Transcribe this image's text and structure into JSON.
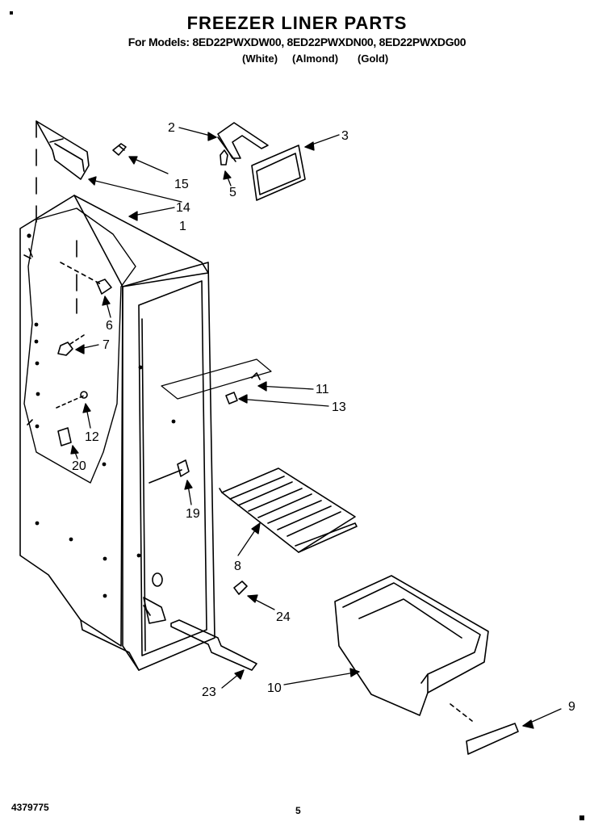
{
  "header": {
    "title": "FREEZER LINER PARTS",
    "models": "For Models: 8ED22PWXDW00, 8ED22PWXDN00, 8ED22PWXDG00",
    "color_white": "(White)",
    "color_almond": "(Almond)",
    "color_gold": "(Gold)"
  },
  "callouts": [
    "1",
    "2",
    "3",
    "5",
    "6",
    "7",
    "8",
    "9",
    "10",
    "11",
    "12",
    "13",
    "14",
    "15",
    "19",
    "20",
    "23",
    "24"
  ],
  "footer": {
    "part_number": "4379775",
    "page": "5"
  }
}
